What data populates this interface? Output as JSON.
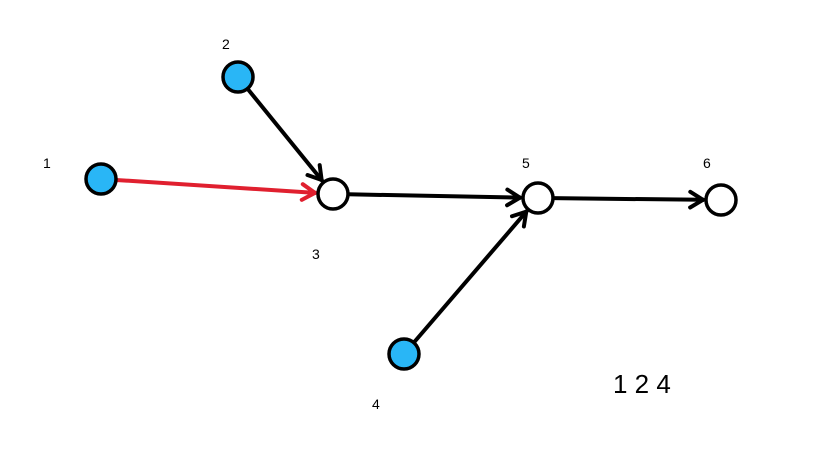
{
  "diagram": {
    "nodes": [
      {
        "id": "1",
        "label": "1",
        "filled": true
      },
      {
        "id": "2",
        "label": "2",
        "filled": true
      },
      {
        "id": "3",
        "label": "3",
        "filled": false
      },
      {
        "id": "4",
        "label": "4",
        "filled": true
      },
      {
        "id": "5",
        "label": "5",
        "filled": false
      },
      {
        "id": "6",
        "label": "6",
        "filled": false
      }
    ],
    "edges": [
      {
        "from": "1",
        "to": "3",
        "highlighted": true
      },
      {
        "from": "2",
        "to": "3",
        "highlighted": false
      },
      {
        "from": "3",
        "to": "5",
        "highlighted": false
      },
      {
        "from": "4",
        "to": "5",
        "highlighted": false
      },
      {
        "from": "5",
        "to": "6",
        "highlighted": false
      }
    ],
    "sequence_text": "1 2 4",
    "colors": {
      "node_fill": "#29b6f6",
      "node_stroke": "#000000",
      "edge": "#000000",
      "highlight_edge": "#e0202f"
    }
  }
}
